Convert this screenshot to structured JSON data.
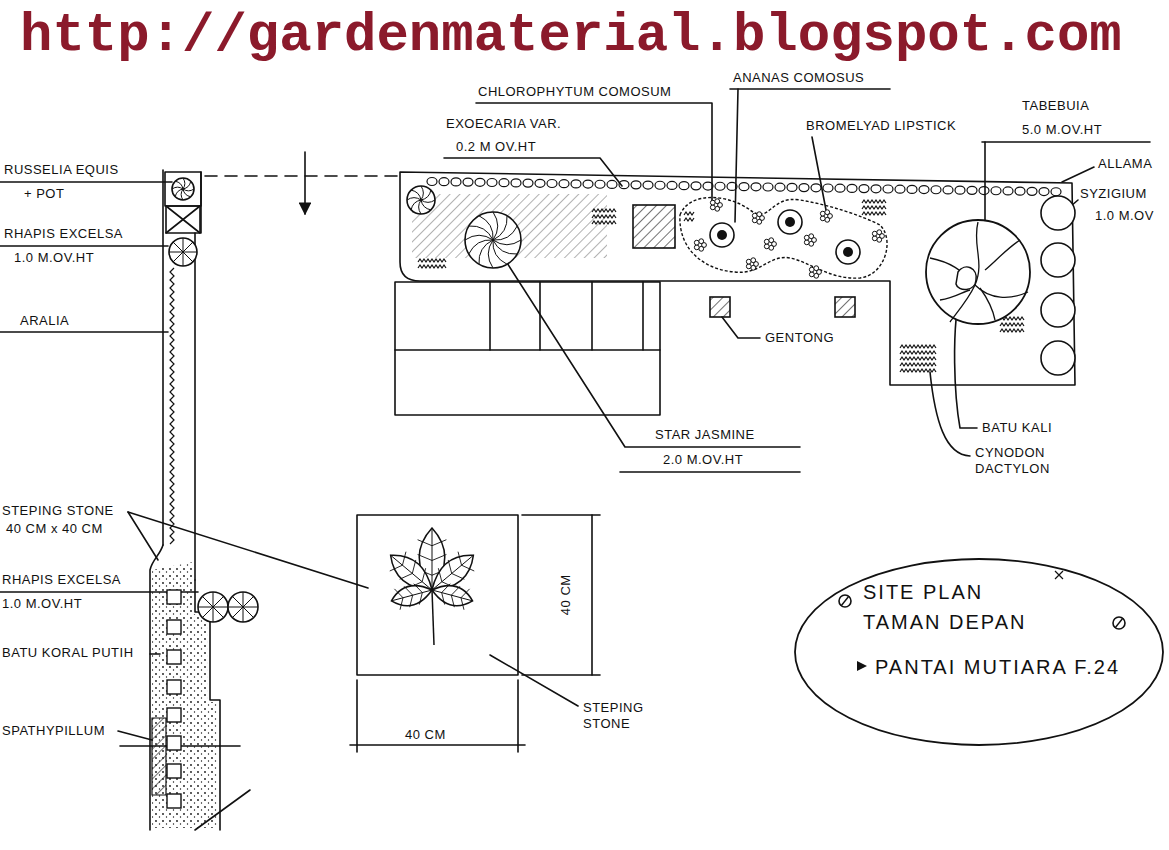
{
  "diagram": {
    "nodes": [
      {
        "text": [
          "SITE PLAN TAMAN DEPAN",
          "PANTAI MUTIARA F.24"
        ]
      }
    ],
    "labels": [
      "http://gardenmaterial.blogspot.com",
      "CHLOROPHYTUM COMOSUM",
      "ANANAS COMOSUS",
      "EXOECARIA VAR.",
      "0.2 M OV.HT",
      "BROMELYAD LIPSTICK",
      "TABEBUIA",
      "5.0 M.OV.HT",
      "ALLAMA",
      "SYZIGIUM",
      "1.0 M.OV",
      "RUSSELIA EQUIS",
      "+ POT",
      "RHAPIS EXCELSA",
      "1.0 M.OV.HT",
      "ARALIA",
      "GENTONG",
      "STAR JASMINE",
      "2.0 M.OV.HT",
      "BATU KALI",
      "CYNODON DACTYLON",
      "STEPING STONE",
      "40 CM x 40 CM",
      "RHAPIS EXCELSA",
      "1.0 M.OV.HT",
      "BATU KORAL PUTIH",
      "SPATHYPILLUM",
      "40 CM",
      "40 CM",
      "STEPING STONE"
    ]
  }
}
